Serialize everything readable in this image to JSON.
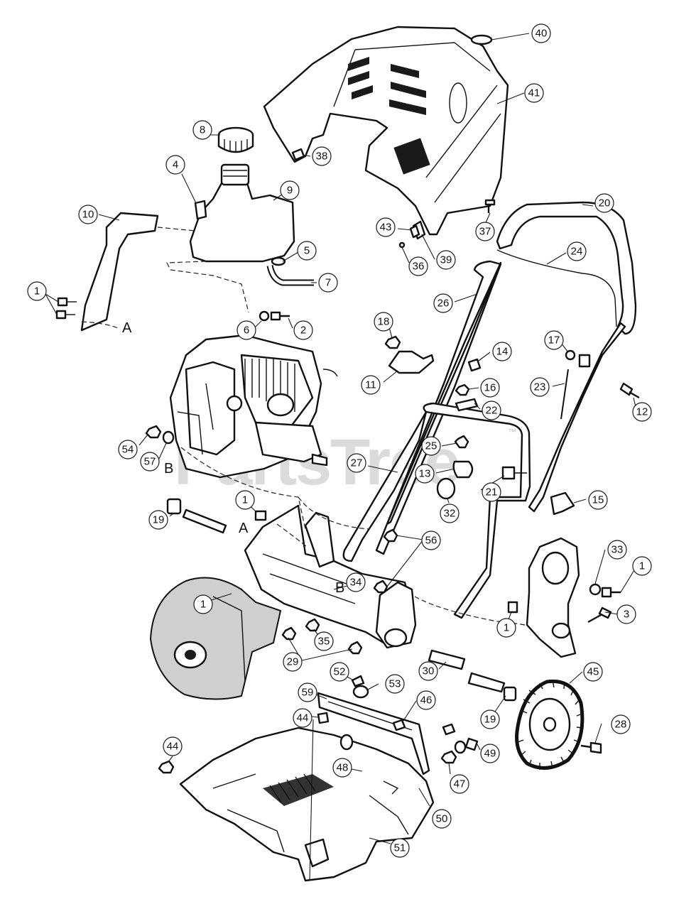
{
  "watermark": {
    "text": "PartsTree",
    "trademark": "™"
  },
  "reference_letters": {
    "a": "A",
    "b": "B"
  },
  "callouts": [
    "40",
    "41",
    "38",
    "8",
    "4",
    "9",
    "10",
    "5",
    "7",
    "1",
    "6",
    "2",
    "43",
    "39",
    "36",
    "37",
    "20",
    "24",
    "26",
    "18",
    "11",
    "14",
    "16",
    "22",
    "17",
    "23",
    "12",
    "54",
    "57",
    "27",
    "25",
    "13",
    "21",
    "32",
    "19",
    "15",
    "56",
    "33",
    "34",
    "3",
    "35",
    "29",
    "30",
    "45",
    "52",
    "53",
    "59",
    "46",
    "44",
    "48",
    "47",
    "49",
    "28",
    "50",
    "51"
  ]
}
